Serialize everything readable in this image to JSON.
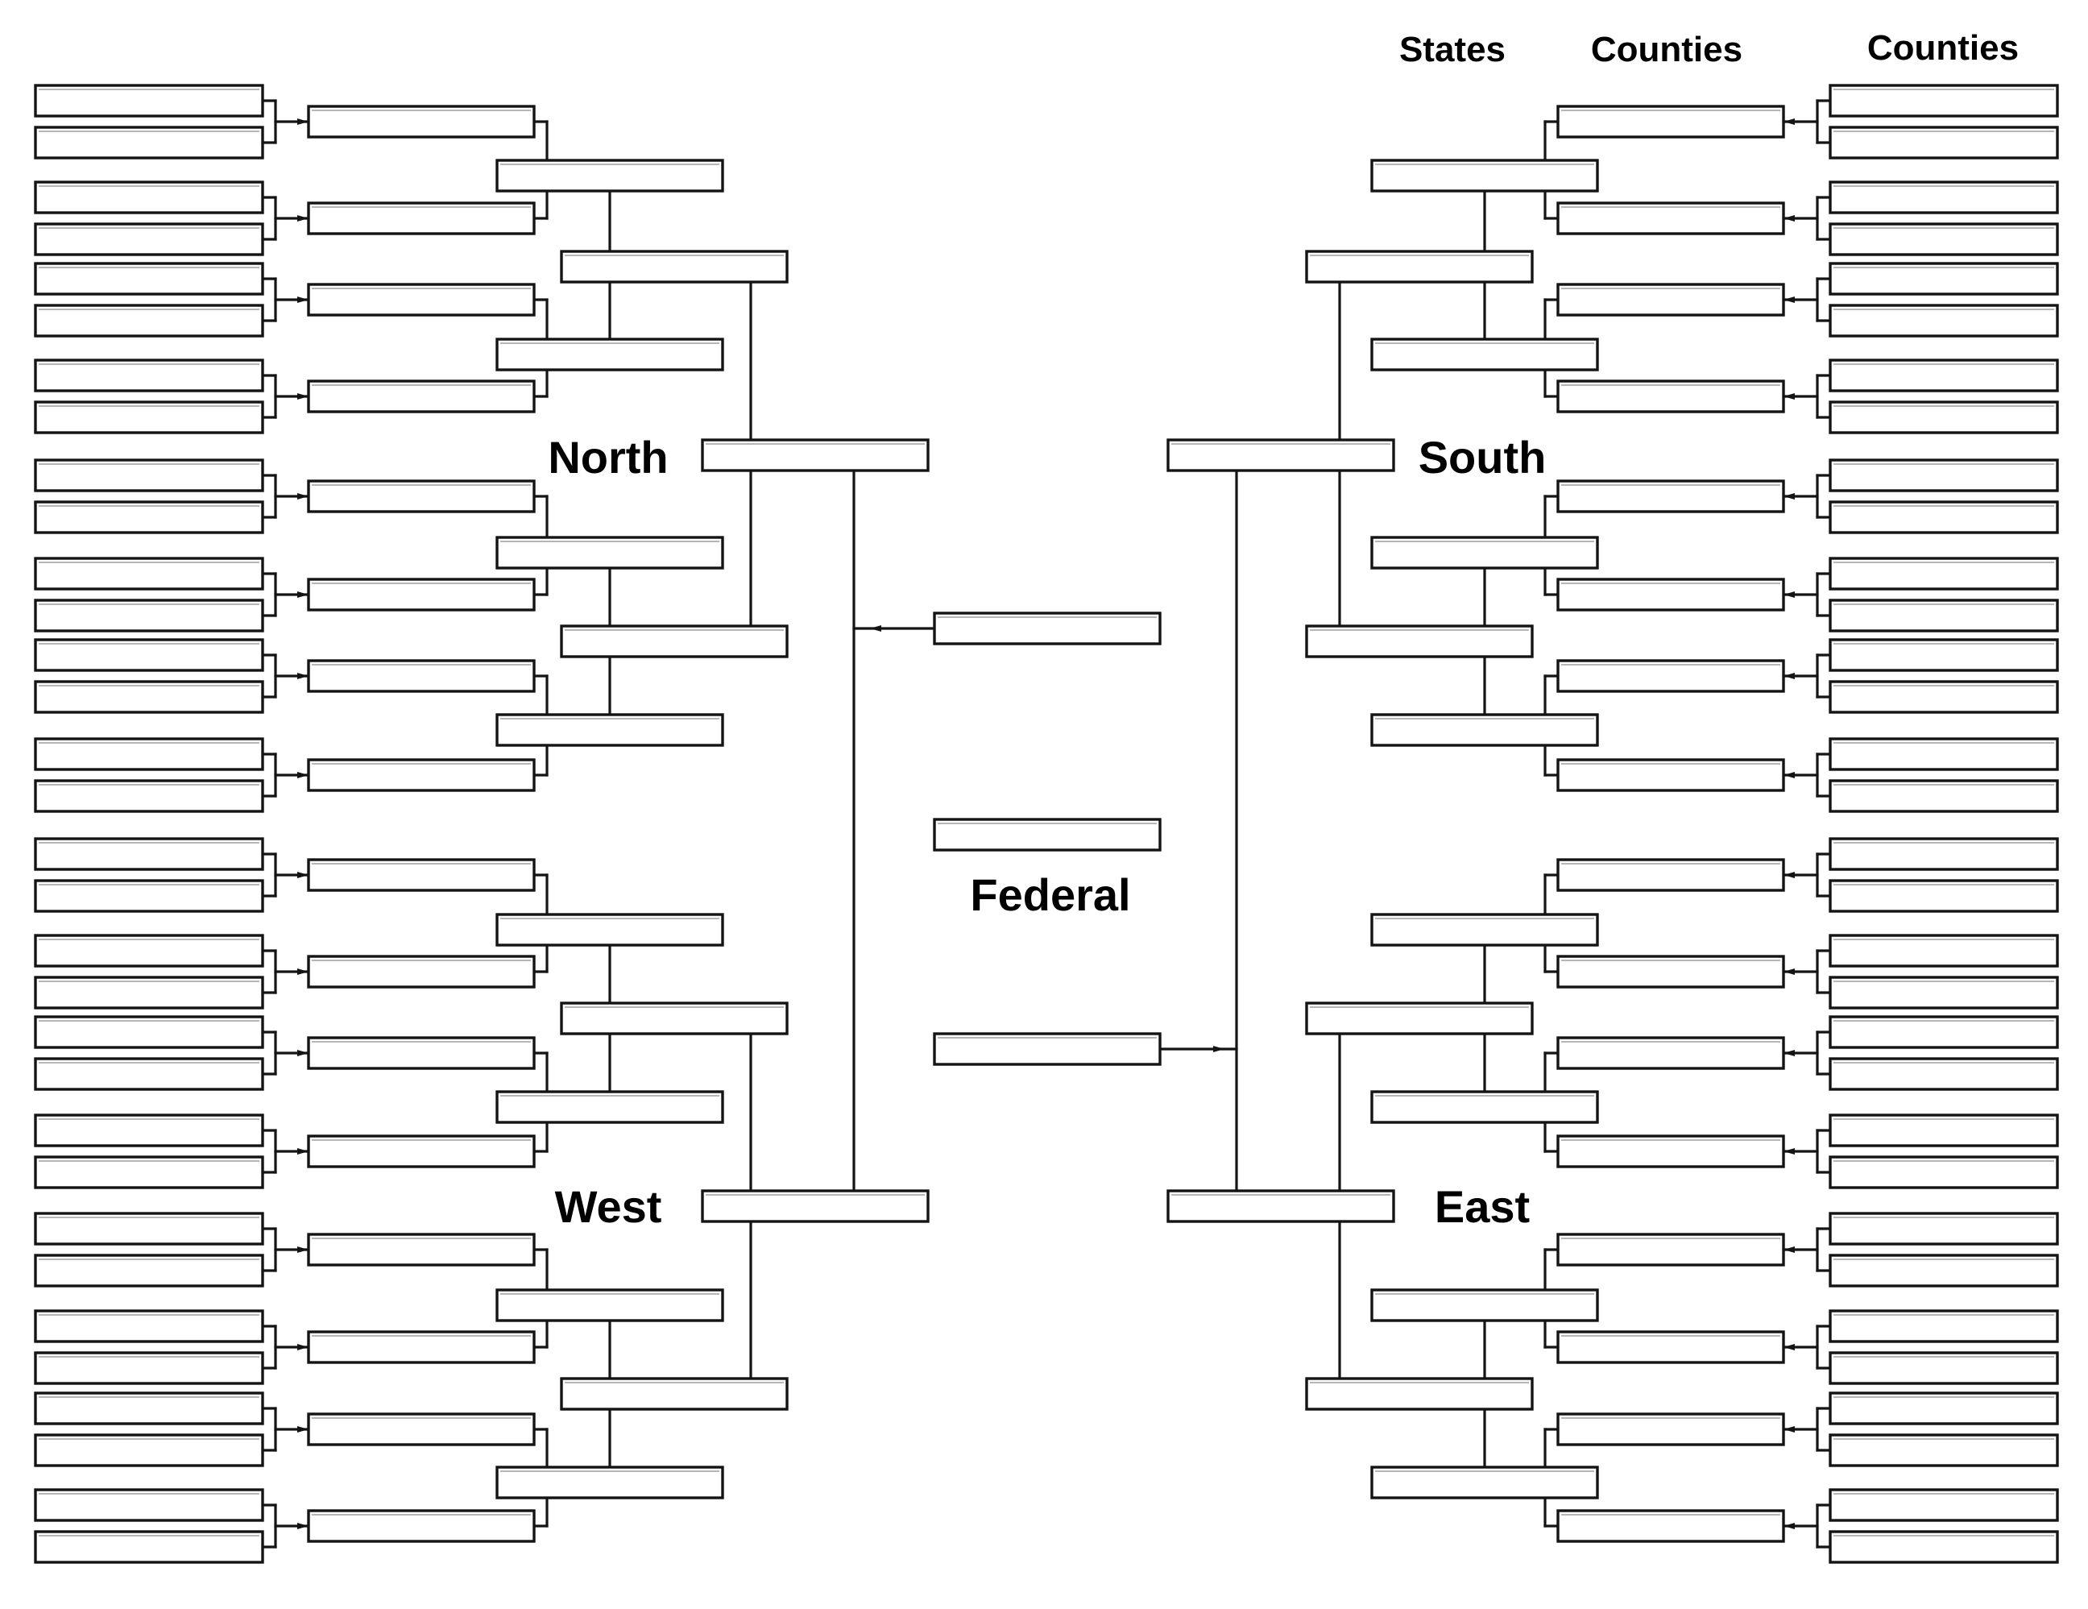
{
  "headers": {
    "states": "States",
    "counties_inner": "Counties",
    "counties_outer": "Counties"
  },
  "regions": {
    "north": "North",
    "south": "South",
    "west": "West",
    "east": "East",
    "federal": "Federal"
  },
  "style": {
    "ink": "#141414",
    "background": "#ffffff"
  }
}
